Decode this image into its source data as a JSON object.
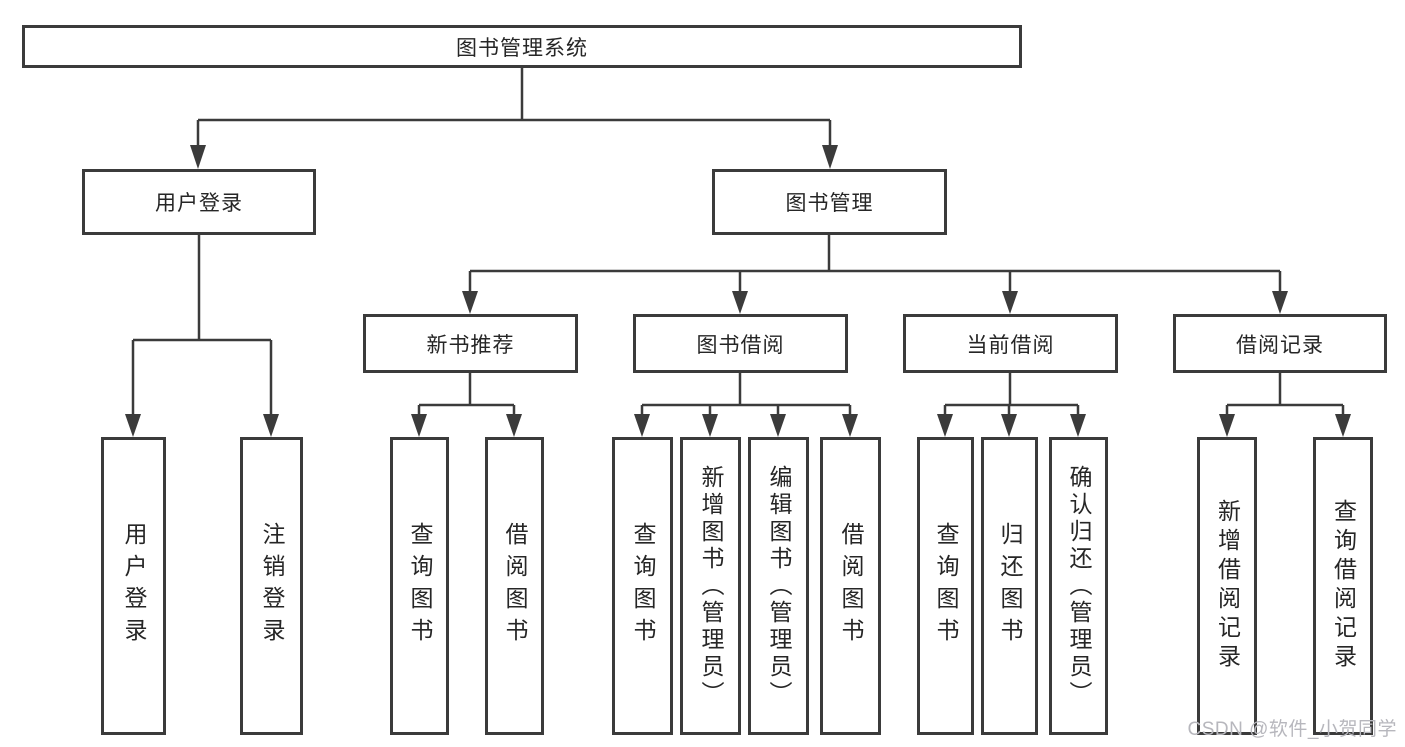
{
  "diagram": {
    "root": {
      "label": "图书管理系统"
    },
    "level2": {
      "user_login": {
        "label": "用户登录"
      },
      "book_management": {
        "label": "图书管理"
      }
    },
    "level3": {
      "new_book_recommend": {
        "label": "新书推荐"
      },
      "book_borrowing": {
        "label": "图书借阅"
      },
      "current_borrowing": {
        "label": "当前借阅"
      },
      "borrow_records": {
        "label": "借阅记录"
      }
    },
    "leaves": {
      "user_login": "用户登录",
      "logout": "注销登录",
      "nb_query_books": "查询图书",
      "nb_borrow_books": "借阅图书",
      "bb_query_books": "查询图书",
      "bb_add_books_admin": "新增图书（管理员）",
      "bb_edit_books_admin": "编辑图书（管理员）",
      "bb_borrow_books": "借阅图书",
      "cb_query_books": "查询图书",
      "cb_return_books": "归还图书",
      "cb_confirm_return_admin": "确认归还（管理员）",
      "br_add_record": "新增借阅记录",
      "br_query_record": "查询借阅记录"
    },
    "watermark": "CSDN @软件_小贺同学",
    "colors": {
      "line": "#3b3b3b",
      "text": "#262626",
      "box_background": "#ffffff",
      "watermark": "#b7b7bd"
    }
  }
}
